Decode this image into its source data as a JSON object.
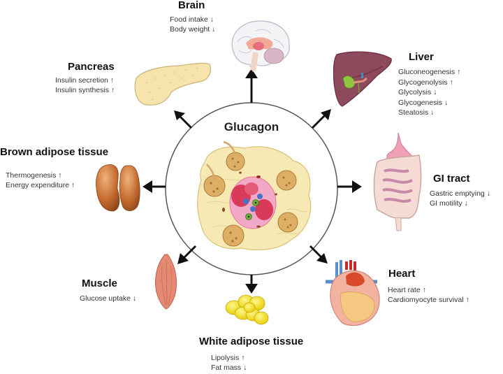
{
  "center": {
    "title": "Glucagon",
    "illustration": "pancreatic-islet-icon"
  },
  "organs": {
    "brain": {
      "title": "Brain",
      "icon": "brain-icon",
      "effects": [
        {
          "label": "Food intake",
          "direction": "↓"
        },
        {
          "label": "Body weight",
          "direction": "↓"
        }
      ]
    },
    "pancreas": {
      "title": "Pancreas",
      "icon": "pancreas-icon",
      "effects": [
        {
          "label": "Insulin secretion",
          "direction": "↑"
        },
        {
          "label": "Insulin synthesis",
          "direction": "↑"
        }
      ]
    },
    "liver": {
      "title": "Liver",
      "icon": "liver-icon",
      "effects": [
        {
          "label": "Gluconeogenesis",
          "direction": "↑"
        },
        {
          "label": "Glycogenolysis",
          "direction": "↑"
        },
        {
          "label": "Glycolysis",
          "direction": "↓"
        },
        {
          "label": "Glycogenesis",
          "direction": "↓"
        },
        {
          "label": "Steatosis",
          "direction": "↓"
        }
      ]
    },
    "brown_adipose": {
      "title": "Brown adipose tissue",
      "icon": "brown-adipose-icon",
      "effects": [
        {
          "label": "Thermogenesis",
          "direction": "↑"
        },
        {
          "label": "Energy expenditure",
          "direction": "↑"
        }
      ]
    },
    "gi_tract": {
      "title": "GI tract",
      "icon": "gi-tract-icon",
      "effects": [
        {
          "label": "Gastric emptying",
          "direction": "↓"
        },
        {
          "label": "GI motility",
          "direction": "↓"
        }
      ]
    },
    "muscle": {
      "title": "Muscle",
      "icon": "muscle-icon",
      "effects": [
        {
          "label": "Glucose uptake",
          "direction": "↓"
        }
      ]
    },
    "heart": {
      "title": "Heart",
      "icon": "heart-icon",
      "effects": [
        {
          "label": "Heart rate",
          "direction": "↑"
        },
        {
          "label": "Cardiomyocyte survival",
          "direction": "↑"
        }
      ]
    },
    "white_adipose": {
      "title": "White adipose tissue",
      "icon": "white-adipose-icon",
      "effects": [
        {
          "label": "Lipolysis",
          "direction": "↑"
        },
        {
          "label": "Fat mass",
          "direction": "↓"
        }
      ]
    }
  },
  "colors": {
    "arrow": "#111111",
    "circle_stroke": "#555555",
    "islet_bg": "#f6e9b4",
    "acinus": "#d9ab62",
    "alpha_cell": "#d93a5a",
    "brown_fat": "#c0652e",
    "white_fat": "#f2de1a",
    "liver": "#8c4a5c",
    "muscle": "#e48a73"
  }
}
